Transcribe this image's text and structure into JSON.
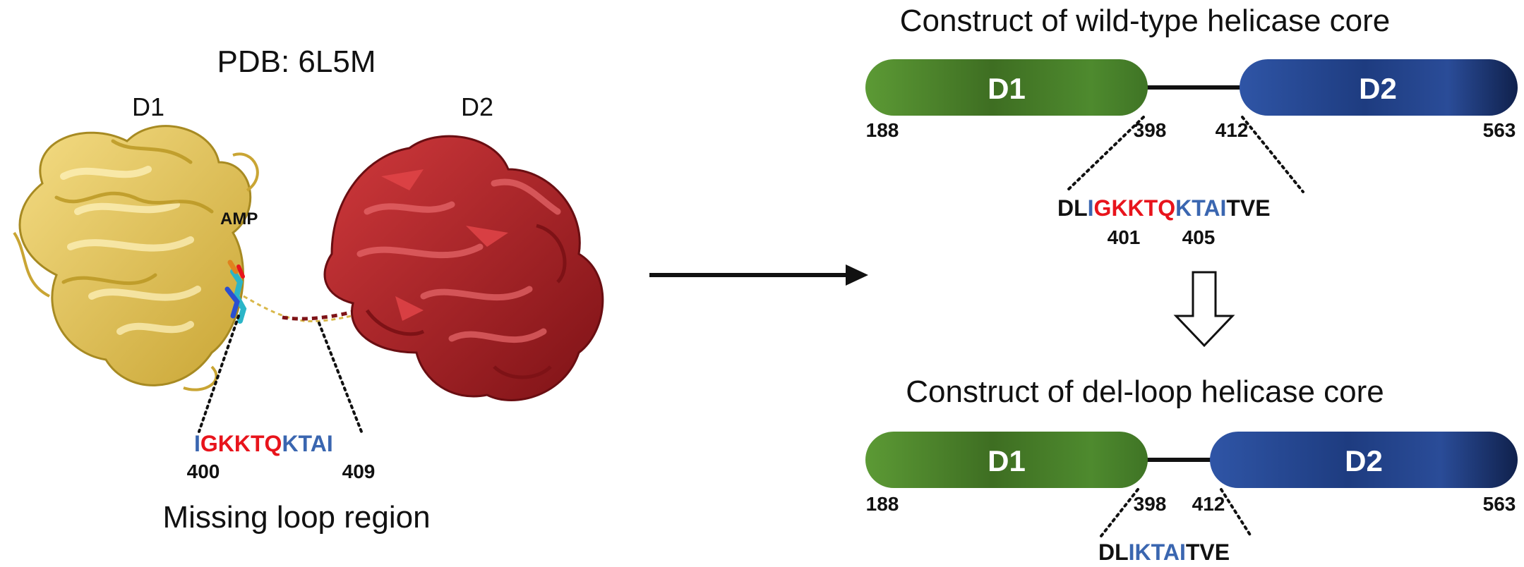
{
  "left": {
    "pdb_label": "PDB: 6L5M",
    "d1_label": "D1",
    "d2_label": "D2",
    "amp_label": "AMP",
    "loop_seq": [
      {
        "text": "I",
        "color": "#3A66B0"
      },
      {
        "text": "GKKTQ",
        "color": "#E8141C"
      },
      {
        "text": "KTAI",
        "color": "#3A66B0"
      }
    ],
    "loop_start": "400",
    "loop_end": "409",
    "caption": "Missing loop region",
    "colors": {
      "d1": "#E8C85A",
      "d2": "#B3262A"
    }
  },
  "wildtype": {
    "title": "Construct of wild-type helicase core",
    "d1_label": "D1",
    "d2_label": "D2",
    "n188": "188",
    "n398": "398",
    "n412": "412",
    "n563": "563",
    "seq": [
      {
        "text": "DL",
        "color": "#111111"
      },
      {
        "text": "I",
        "color": "#3A66B0"
      },
      {
        "text": "GKKTQ",
        "color": "#E8141C"
      },
      {
        "text": "KTAI",
        "color": "#3A66B0"
      },
      {
        "text": "TVE",
        "color": "#111111"
      }
    ],
    "n401": "401",
    "n405": "405"
  },
  "delloop": {
    "title": "Construct of del-loop helicase core",
    "d1_label": "D1",
    "d2_label": "D2",
    "n188": "188",
    "n398": "398",
    "n412": "412",
    "n563": "563",
    "seq": [
      {
        "text": "DL",
        "color": "#111111"
      },
      {
        "text": "IKTAI",
        "color": "#3A66B0"
      },
      {
        "text": "TVE",
        "color": "#111111"
      }
    ]
  },
  "colors": {
    "d1_green": "#4E8A2E",
    "d1_dark": "#1F3D12",
    "d2_blue": "#2F55A6",
    "d2_dark": "#0D1E45"
  }
}
